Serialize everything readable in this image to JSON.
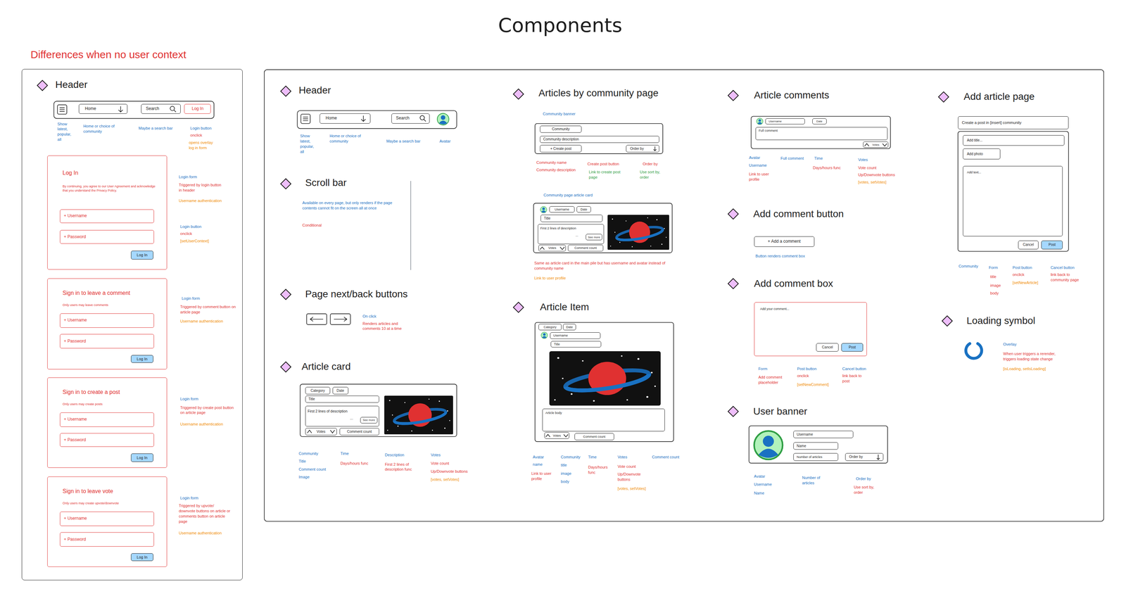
{
  "diagram": {
    "title": "Components",
    "nodes": [
      {
        "text": [
          "Differences when no user context"
        ]
      },
      {
        "text": [
          "Home"
        ],
        "in": 0
      },
      {
        "text": [
          "Search"
        ],
        "in": 0
      },
      {
        "text": [
          "Log In"
        ],
        "in": 0
      },
      {
        "text": [
          "Log In",
          "By continuing, you agree to our User Agreement and acknowledge that you understand the Privacy Policy."
        ],
        "in": 0
      },
      {
        "text": [
          "+ Username"
        ],
        "in": 4
      },
      {
        "text": [
          "+ Password"
        ],
        "in": 4
      },
      {
        "text": [
          "Log In"
        ],
        "in": 4
      },
      {
        "text": [
          "Sign in to leave a comment",
          "Only users may leave comments"
        ],
        "in": 0
      },
      {
        "text": [
          "+ Username"
        ],
        "in": 8
      },
      {
        "text": [
          "+ Password"
        ],
        "in": 8
      },
      {
        "text": [
          "Log In"
        ],
        "in": 8
      },
      {
        "text": [
          "Sign in to create a post",
          "Only users may create posts"
        ],
        "in": 0
      },
      {
        "text": [
          "+ Username"
        ],
        "in": 12
      },
      {
        "text": [
          "+ Password"
        ],
        "in": 12
      },
      {
        "text": [
          "Log In"
        ],
        "in": 12
      },
      {
        "text": [
          "Sign in to leave vote",
          "Only users may create upvote/downvote"
        ],
        "in": 0
      },
      {
        "text": [
          "+ Username"
        ],
        "in": 16
      },
      {
        "text": [
          "+ Password"
        ],
        "in": 16
      },
      {
        "text": [
          "Log In"
        ],
        "in": 16
      },
      {
        "text": [
          "Home"
        ]
      },
      {
        "text": [
          "Search"
        ]
      },
      {
        "text": [
          "Category"
        ]
      },
      {
        "text": [
          "Date"
        ]
      },
      {
        "text": [
          "Title"
        ]
      },
      {
        "text": [
          "First 2 lines of description",
          "..."
        ]
      },
      {
        "text": [
          "See more"
        ],
        "in": 25
      },
      {
        "text": [
          "Votes"
        ]
      },
      {
        "text": [
          "Comment count"
        ]
      },
      {
        "text": [
          "Community"
        ]
      },
      {
        "text": [
          "Community description"
        ]
      },
      {
        "text": [
          "+ Create post"
        ]
      },
      {
        "text": [
          "Order by"
        ]
      },
      {
        "text": [
          "Username"
        ]
      },
      {
        "text": [
          "Date"
        ]
      },
      {
        "text": [
          "Title"
        ]
      },
      {
        "text": [
          "First 2 lines of description",
          "..."
        ]
      },
      {
        "text": [
          "See more"
        ],
        "in": 36
      },
      {
        "text": [
          "Votes"
        ]
      },
      {
        "text": [
          "Comment count"
        ]
      },
      {
        "text": [
          "Category"
        ]
      },
      {
        "text": [
          "Date"
        ]
      },
      {
        "text": [
          "Username"
        ]
      },
      {
        "text": [
          "Title"
        ]
      },
      {
        "text": [
          "Article body"
        ]
      },
      {
        "text": [
          "Votes"
        ]
      },
      {
        "text": [
          "Comment count"
        ]
      },
      {
        "text": [
          "Username"
        ]
      },
      {
        "text": [
          "Date"
        ]
      },
      {
        "text": [
          "Full comment"
        ]
      },
      {
        "text": [
          "Votes"
        ]
      },
      {
        "text": [
          "+ Add a comment"
        ]
      },
      {
        "text": [
          "Add your comment..."
        ]
      },
      {
        "text": [
          "Cancel"
        ],
        "in": 52
      },
      {
        "text": [
          "Post"
        ],
        "in": 52
      },
      {
        "text": [
          "Username"
        ]
      },
      {
        "text": [
          "Name"
        ]
      },
      {
        "text": [
          "Number of articles"
        ]
      },
      {
        "text": [
          "Order by"
        ]
      },
      {
        "text": [
          "Create a post in [insert] community"
        ]
      },
      {
        "text": [
          "Add title..."
        ]
      },
      {
        "text": [
          "Add photo"
        ]
      },
      {
        "text": [
          "Add text..."
        ]
      },
      {
        "text": [
          "Cancel"
        ]
      },
      {
        "text": [
          "Post"
        ]
      }
    ],
    "labels": [
      "Header",
      "Show latest, popular, all",
      "Home or choice of community",
      "Maybe a search bar",
      "Login button",
      "onclick",
      "opens overlay log in form",
      "Login form",
      "Triggered by login button in header",
      "Username authentication",
      "Login button",
      "onclick",
      "[setUserContext]",
      "Login form",
      "Triggered by comment button on article page",
      "Username authentication",
      "Login form",
      "Triggered by create post button on article page",
      "Username authentication",
      "Login form",
      "Triggered by upvote/ downvote buttons on article or comments button on article page",
      "Username authentication",
      "Header",
      "Show latest, popular, all",
      "Home or choice of community",
      "Maybe a search bar",
      "Avatar",
      "Scroll bar",
      "Available on every page, but only renders if the page contents cannot fit on the screen all at once",
      "Conditional",
      "Page next/back buttons",
      "On click",
      "Renders articles and comments 10 at a time",
      "Article card",
      "Community",
      "Title",
      "Comment count",
      "Image",
      "Time",
      "Days/hours func",
      "Description",
      "First 2 lines of description func",
      "Votes",
      "Vote count",
      "Up/Downvote buttons",
      "[votes, setVotes]",
      "Articles by community page",
      "Community banner",
      "Community name",
      "Community description",
      "Create post button",
      "Link to create post page",
      "Order by",
      "Use sort by, order",
      "Community page article card",
      "Same as article card in the main pile but has username and avatar instead of community name",
      "Link to user profile",
      "Article Item",
      "Avatar",
      "name",
      "Link to user profile",
      "Community",
      "title",
      "image",
      "body",
      "Time",
      "Days/hours func",
      "Votes",
      "Vote count",
      "Up/Downvote buttons",
      "[votes, setVotes]",
      "Comment count",
      "Article comments",
      "Avatar",
      "Username",
      "Link to user profile",
      "Full comment",
      "Time",
      "Days/hours func",
      "Votes",
      "Vote count",
      "Up/Downvote buttons",
      "[votes, setVotes]",
      "Add comment button",
      "Button renders comment box",
      "Add comment box",
      "Form",
      "Add comment placeholder",
      "Post button",
      "onclick",
      "[setNewComment]",
      "Cancel button",
      "link back to post",
      "User banner",
      "Avatar",
      "Username",
      "Name",
      "Number of articles",
      "Order by",
      "Use sort by, order",
      "Add article page",
      "Community",
      "Form",
      "title",
      "image",
      "body",
      "Post button",
      "onclick",
      "[setNewArticle]",
      "Cancel button",
      "link back to community page",
      "Loading symbol",
      "Overlay",
      "When user triggers a rerender, triggers loading state change",
      "[isLoading, setIsLoading]"
    ]
  }
}
